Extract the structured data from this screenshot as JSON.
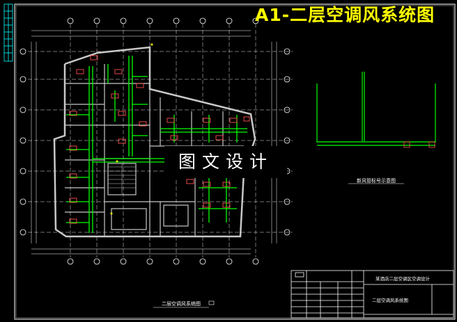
{
  "title": "A1-二层空调风系统图",
  "watermark": "图文设计",
  "plan_caption": "二层空调风系统图",
  "detail_caption": "新风管标号示意图",
  "title_block": {
    "project": "某酒店二层空调区空调设计",
    "drawing_name": "二层空调风系统图"
  },
  "colors": {
    "background": "#000000",
    "title": "#ffff00",
    "walls": "#c8c8c8",
    "ducts": "#00ff00",
    "equipment": "#ff5050",
    "grid_lines": "#f0f0f0",
    "frame": "#ffffff",
    "side_strip": "#00ffff"
  }
}
